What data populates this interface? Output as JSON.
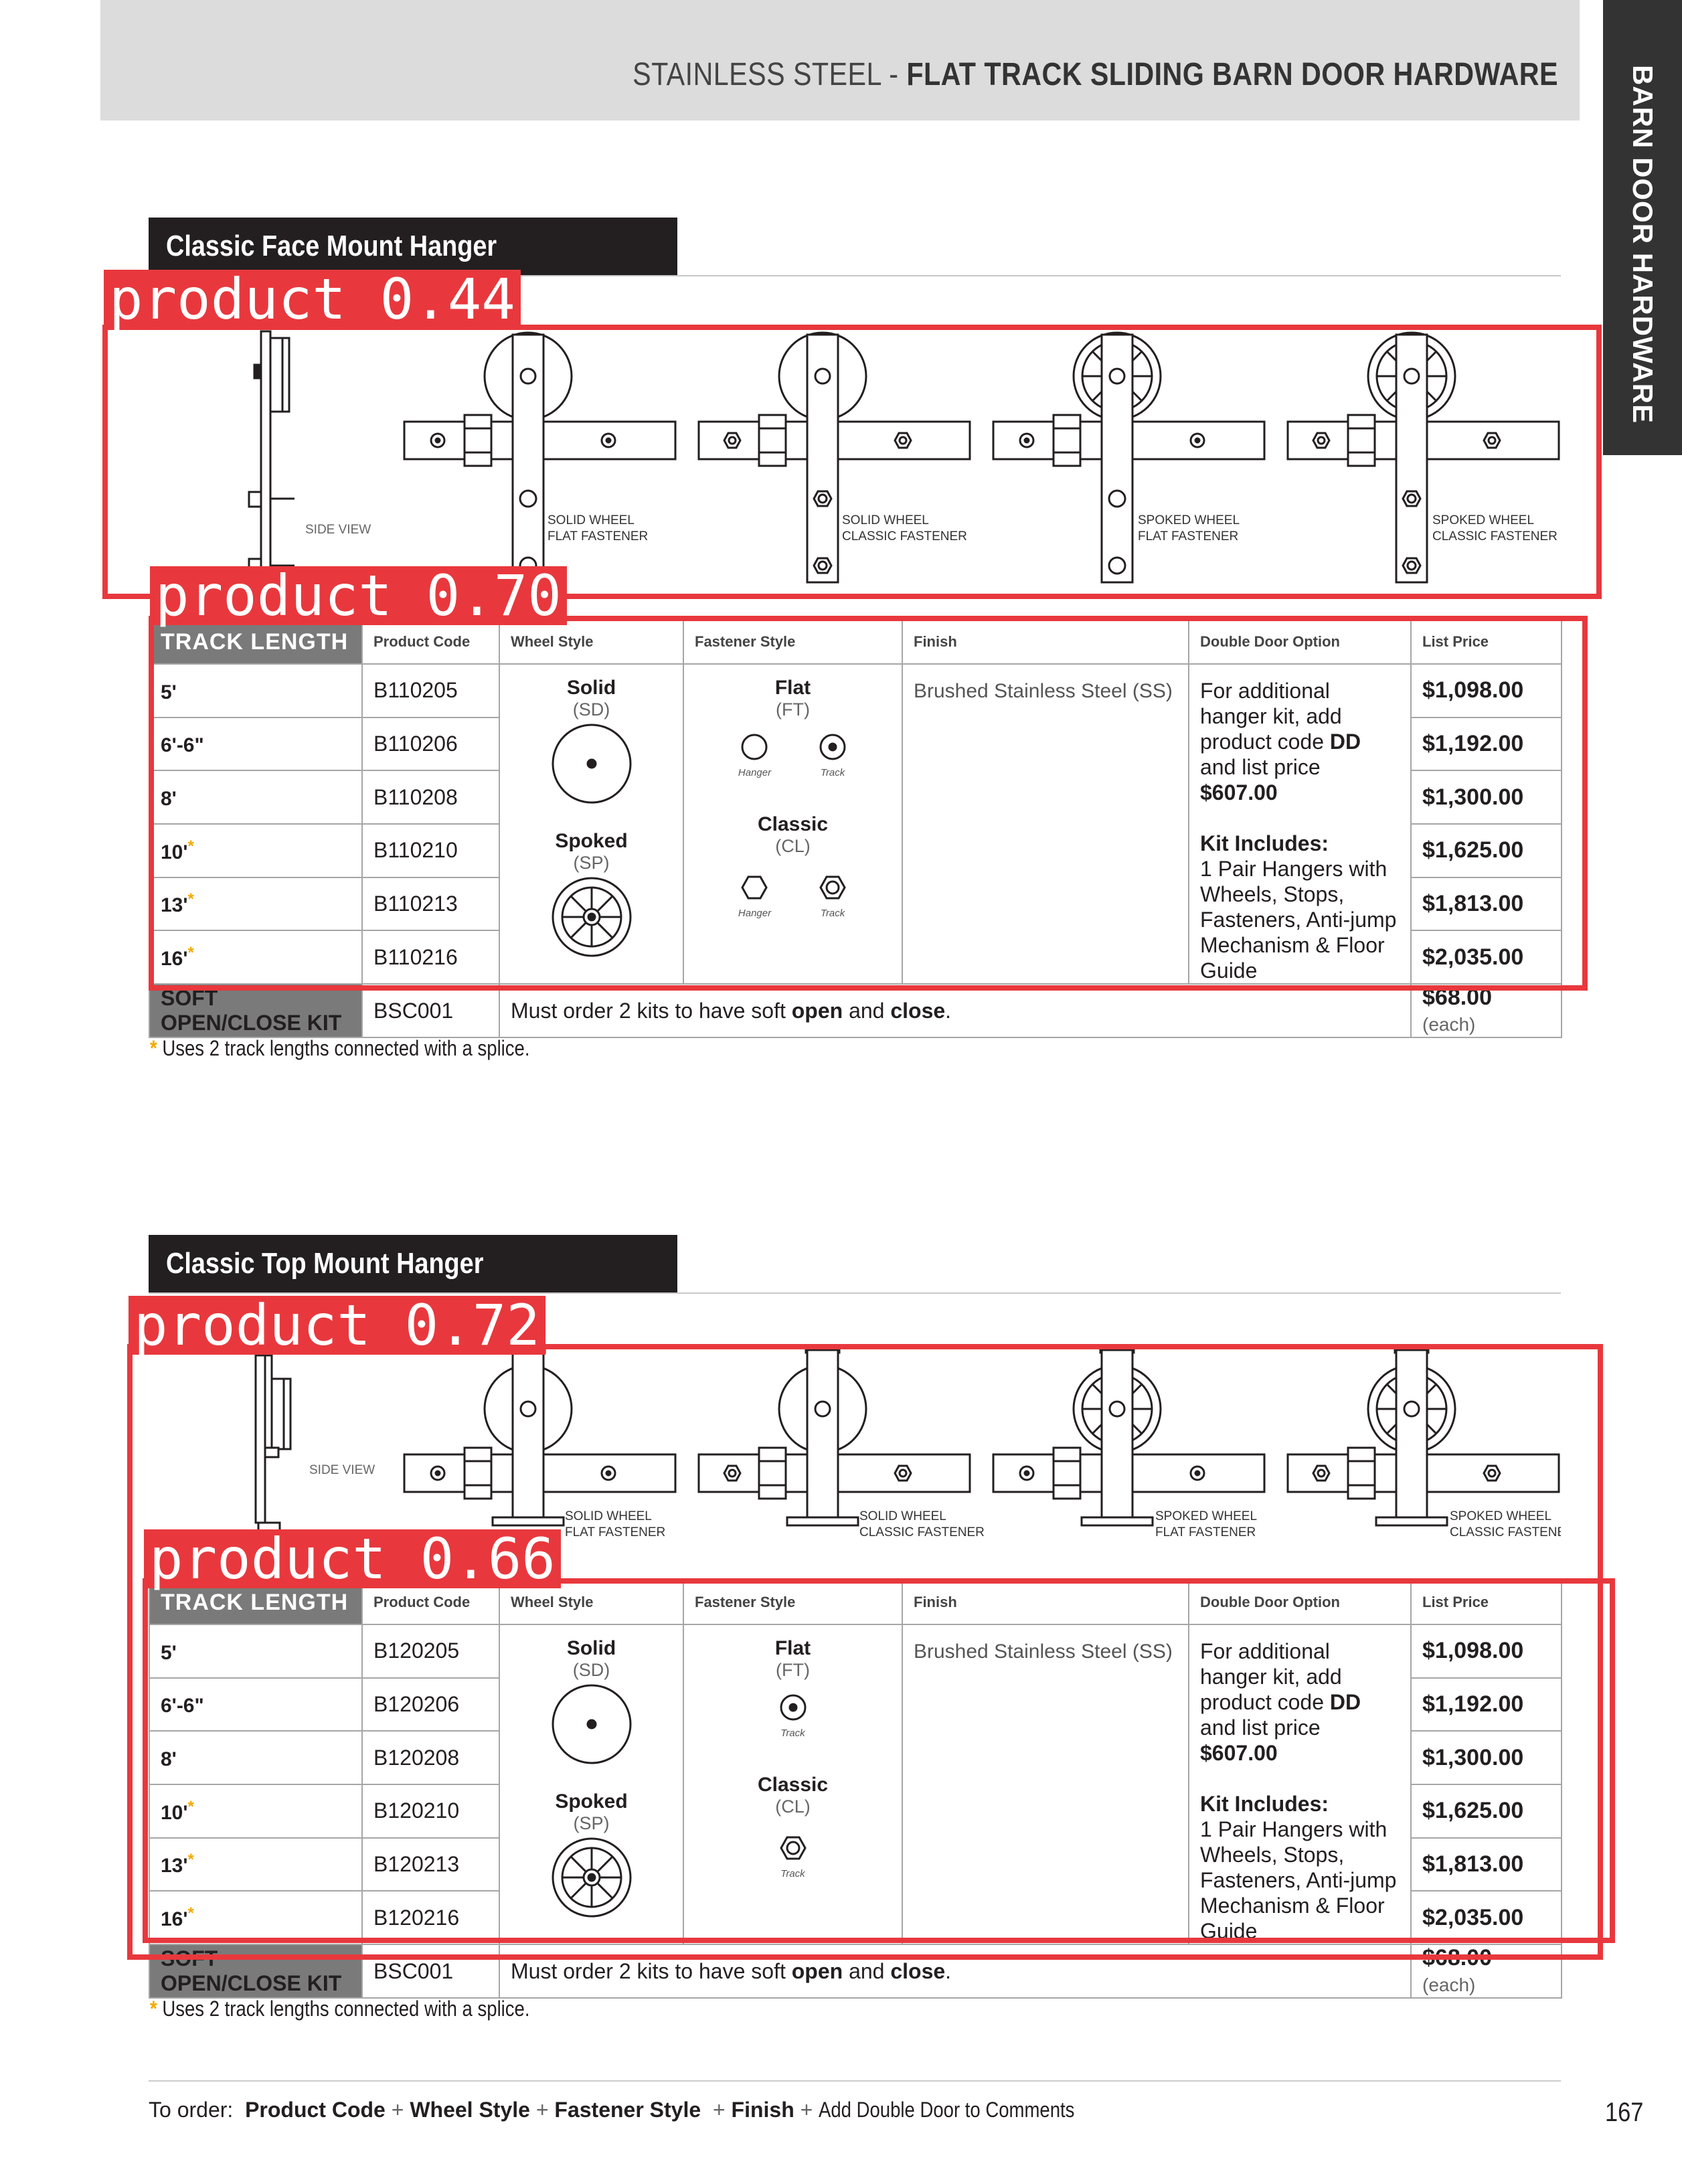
{
  "header": {
    "title_light": "STAINLESS STEEL -",
    "title_bold": "FLAT TRACK SLIDING BARN DOOR HARDWARE"
  },
  "side_tab": "BARN DOOR HARDWARE",
  "common": {
    "side_view": "SIDE VIEW",
    "variants": [
      {
        "line1": "SOLID WHEEL",
        "line2": "FLAT FASTENER"
      },
      {
        "line1": "SOLID WHEEL",
        "line2": "CLASSIC FASTENER"
      },
      {
        "line1": "SPOKED WHEEL",
        "line2": "FLAT FASTENER"
      },
      {
        "line1": "SPOKED WHEEL",
        "line2": "CLASSIC FASTENER"
      }
    ],
    "columns": {
      "track_length": "TRACK LENGTH",
      "product_code": "Product Code",
      "wheel_style": "Wheel Style",
      "fastener_style": "Fastener Style",
      "finish": "Finish",
      "double_door": "Double Door Option",
      "list_price": "List Price"
    },
    "wheels": {
      "solid": "Solid",
      "solid_code": "(SD)",
      "spoked": "Spoked",
      "spoked_code": "(SP)"
    },
    "fasteners": {
      "flat": "Flat",
      "flat_code": "(FT)",
      "classic": "Classic",
      "classic_code": "(CL)",
      "hanger": "Hanger",
      "track": "Track"
    },
    "finish": "Brushed Stainless Steel (SS)",
    "double_door": {
      "p1": "For additional hanger kit, add product code",
      "code": "DD",
      "p2": "and list price",
      "price": "$607.00",
      "kit_title": "Kit Includes:",
      "kit_text": "1 Pair Hangers with Wheels, Stops, Fasteners, Anti-jump Mechanism & Floor Guide"
    },
    "soft_kit": {
      "label": "SOFT OPEN/CLOSE KIT",
      "code": "BSC001",
      "note_pre": "Must order 2 kits to have soft",
      "note_b1": "open",
      "note_mid": "and",
      "note_b2": "close",
      "note_end": ".",
      "price": "$68.00",
      "each": "(each)"
    },
    "footnote_star": "*",
    "footnote": "Uses 2 track lengths connected with a splice."
  },
  "sections": [
    {
      "title": "Classic Face Mount Hanger",
      "rows": [
        {
          "length": "5'",
          "star": "",
          "code": "B110205",
          "price": "$1,098.00"
        },
        {
          "length": "6'-6\"",
          "star": "",
          "code": "B110206",
          "price": "$1,192.00"
        },
        {
          "length": "8'",
          "star": "",
          "code": "B110208",
          "price": "$1,300.00"
        },
        {
          "length": "10'",
          "star": "*",
          "code": "B110210",
          "price": "$1,625.00"
        },
        {
          "length": "13'",
          "star": "*",
          "code": "B110213",
          "price": "$1,813.00"
        },
        {
          "length": "16'",
          "star": "*",
          "code": "B110216",
          "price": "$2,035.00"
        }
      ]
    },
    {
      "title": "Classic Top Mount Hanger",
      "rows": [
        {
          "length": "5'",
          "star": "",
          "code": "B120205",
          "price": "$1,098.00"
        },
        {
          "length": "6'-6\"",
          "star": "",
          "code": "B120206",
          "price": "$1,192.00"
        },
        {
          "length": "8'",
          "star": "",
          "code": "B120208",
          "price": "$1,300.00"
        },
        {
          "length": "10'",
          "star": "*",
          "code": "B120210",
          "price": "$1,625.00"
        },
        {
          "length": "13'",
          "star": "*",
          "code": "B120213",
          "price": "$1,813.00"
        },
        {
          "length": "16'",
          "star": "*",
          "code": "B120216",
          "price": "$2,035.00"
        }
      ]
    }
  ],
  "detections": [
    {
      "label": "product 0.44"
    },
    {
      "label": "product 0.70"
    },
    {
      "label": "product 0.72"
    },
    {
      "label": "product 0.66"
    }
  ],
  "footer": {
    "to_order": "To order:",
    "product_code": "Product Code",
    "wheel_style": "Wheel Style",
    "fastener_style": "Fastener Style",
    "finish": "Finish",
    "plus": "+",
    "add_dd": "Add Double Door to Comments",
    "page_number": "167"
  },
  "colors": {
    "detection": "#e8383d",
    "section_bar": "#231f20",
    "header_band": "#dcdcdc",
    "side_tab": "#333333",
    "track_length_header": "#7a7a7a",
    "footnote_star": "#f2a900"
  }
}
